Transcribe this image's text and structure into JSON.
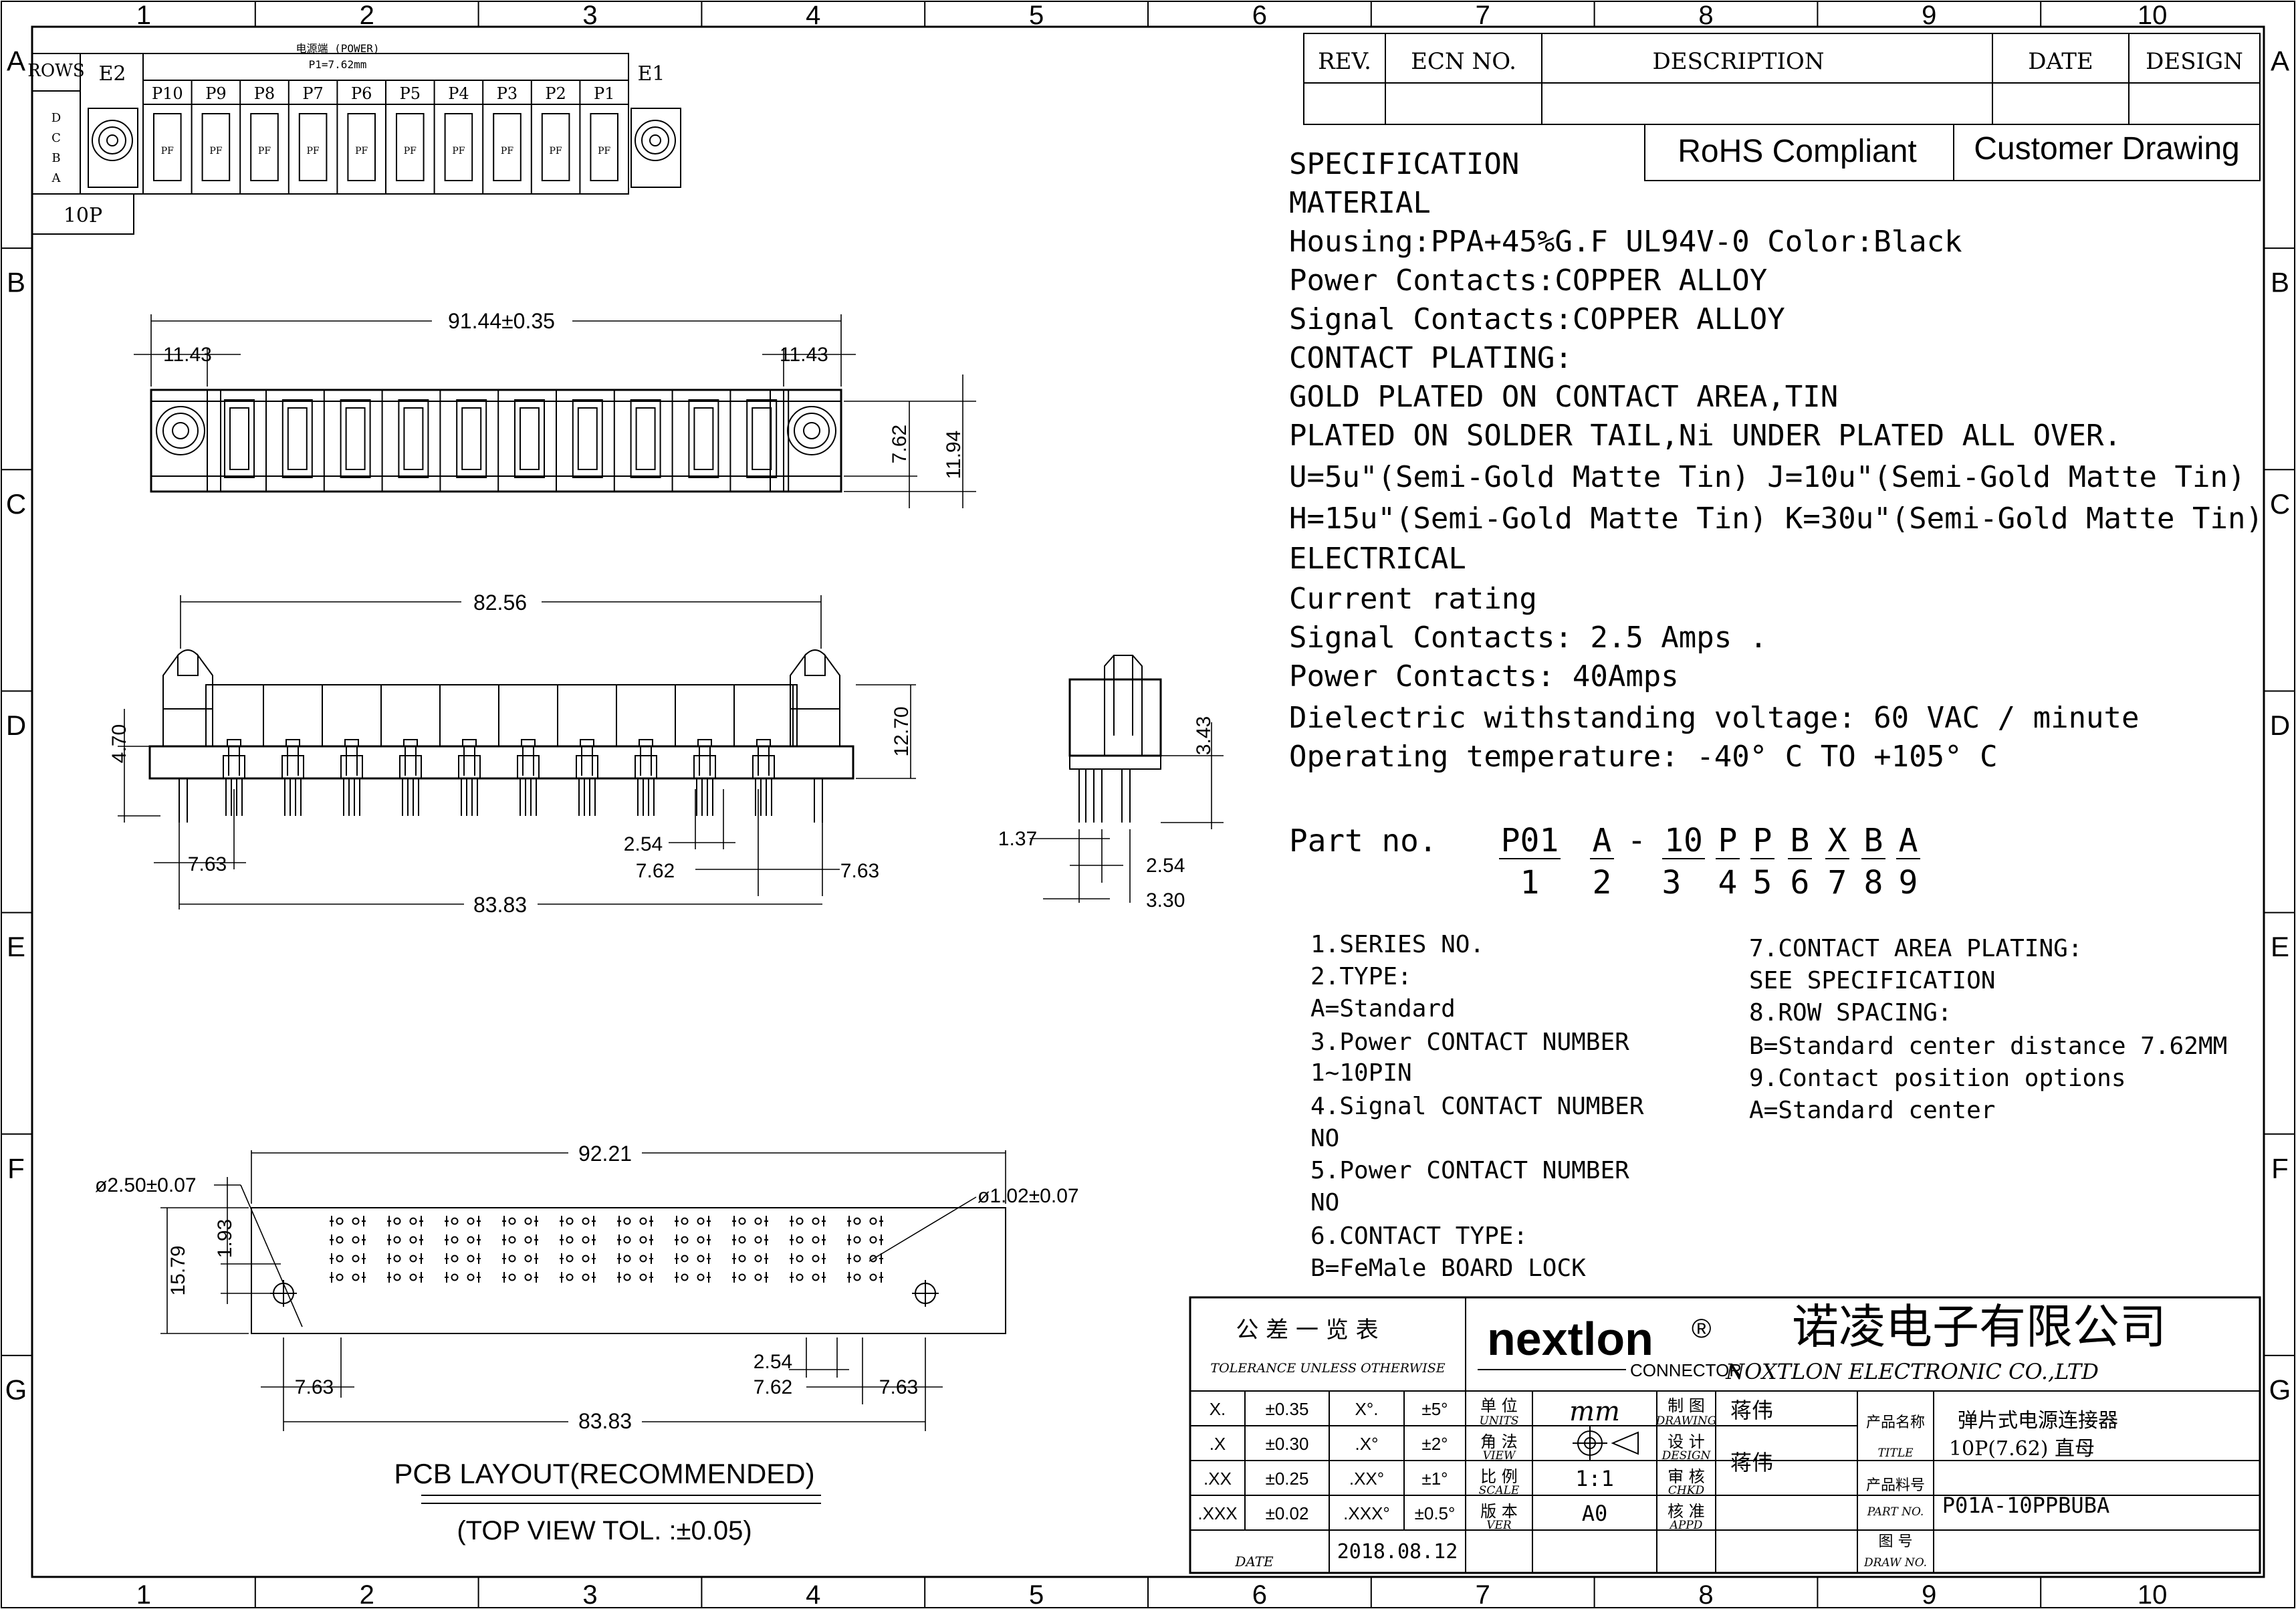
{
  "frame": {
    "column_labels": [
      "1",
      "2",
      "3",
      "4",
      "5",
      "6",
      "7",
      "8",
      "9",
      "10"
    ],
    "row_labels": [
      "A",
      "B",
      "C",
      "D",
      "E",
      "F",
      "G"
    ]
  },
  "revision_table": {
    "headers": [
      "REV.",
      "ECN NO.",
      "DESCRIPTION",
      "DATE",
      "DESIGN"
    ]
  },
  "badges": {
    "rohs": "RoHS Compliant",
    "customer": "Customer Drawing"
  },
  "spec_lines": [
    "SPECIFICATION",
    "MATERIAL",
    "Housing:PPA+45%G.F UL94V-0  Color:Black",
    "Power Contacts:COPPER ALLOY",
    "Signal Contacts:COPPER ALLOY",
    "CONTACT PLATING:",
    "GOLD  PLATED ON CONTACT AREA,TIN",
    "PLATED ON SOLDER TAIL,Ni  UNDER PLATED ALL OVER.",
    "U=5u\"(Semi-Gold Matte Tin) J=10u\"(Semi-Gold Matte Tin)",
    "H=15u\"(Semi-Gold Matte Tin) K=30u\"(Semi-Gold Matte Tin)",
    "ELECTRICAL",
    "Current rating",
    "Signal Contacts: 2.5 Amps .",
    "Power Contacts: 40Amps",
    "Dielectric withstanding voltage: 60 VAC / minute",
    "Operating temperature: -40° C TO +105° C"
  ],
  "part_number": {
    "label": "Part no.",
    "segments": [
      "P01",
      "A",
      "-",
      "10",
      "P",
      "P",
      "B",
      "X",
      "B",
      "A"
    ],
    "indices": [
      "1",
      "2",
      "3",
      "4",
      "5",
      "6",
      "7",
      "8",
      "9"
    ]
  },
  "legend_left": [
    "1.SERIES NO.",
    "2.TYPE:",
    "  A=Standard",
    "3.Power CONTACT NUMBER",
    "  1~10PIN",
    "4.Signal CONTACT NUMBER",
    "  NO",
    "5.Power CONTACT NUMBER",
    "  NO",
    "6.CONTACT TYPE:",
    "  B=FeMale BOARD LOCK"
  ],
  "legend_right": [
    "7.CONTACT AREA PLATING:",
    "  SEE SPECIFICATION",
    "8.ROW SPACING:",
    "  B=Standard center distance 7.62MM",
    "9.Contact position options",
    "  A=Standard center"
  ],
  "pin_map": {
    "rows_label": "ROWS",
    "end_left": "E2",
    "end_right": "E1",
    "caption_cn": "电源端 (POWER)",
    "caption_pitch": "P1=7.62mm",
    "pins": [
      "P10",
      "P9",
      "P8",
      "P7",
      "P6",
      "P5",
      "P4",
      "P3",
      "P2",
      "P1"
    ],
    "row_letters": [
      "D",
      "C",
      "B",
      "A"
    ],
    "cell_label": "PF",
    "count_label": "10P"
  },
  "dimensions": {
    "top_overall": "91.44±0.35",
    "top_left_end": "11.43",
    "top_right_end": "11.43",
    "top_pitch": "7.62",
    "top_height": "11.94",
    "front_width": "82.56",
    "front_left_h": "4.70",
    "front_right_h": "12.70",
    "front_pitch_small": "2.54",
    "front_pitch": "7.62",
    "front_end_left": "7.63",
    "front_end_right": "7.63",
    "front_overall": "83.83",
    "side_tail": "3.43",
    "side_offset": "1.37",
    "side_pitch": "2.54",
    "side_width": "3.30",
    "pcb_overall": "92.21",
    "pcb_mount_hole": "ø2.50±0.07",
    "pcb_pin_hole": "ø1.02±0.07",
    "pcb_height": "15.79",
    "pcb_offset": "1.93",
    "pcb_pitch_small": "2.54",
    "pcb_pitch": "7.62",
    "pcb_end_left": "7.63",
    "pcb_end_right": "7.63",
    "pcb_length": "83.83"
  },
  "pcb_caption": {
    "title": "PCB LAYOUT(RECOMMENDED)",
    "subtitle": "(TOP VIEW TOL. :±0.05)"
  },
  "title_block": {
    "tolerance_cn": "公 差 一 览 表",
    "tolerance_en": "TOLERANCE UNLESS OTHERWISE",
    "tolerances": [
      [
        "X.",
        "±0.35",
        "X°.",
        "±5°"
      ],
      [
        ".X",
        "±0.30",
        ".X°",
        "±2°"
      ],
      [
        ".XX",
        "±0.25",
        ".XX°",
        "±1°"
      ],
      [
        ".XXX",
        "±0.02",
        ".XXX°",
        "±0.5°"
      ]
    ],
    "date_label": "DATE",
    "date_value": "2018.08.12",
    "brand": "nextlon",
    "brand_sub": "CONNECTOR",
    "registered": "®",
    "company_cn": "诺凌电子有限公司",
    "company_en": "NOXTLON ELECTRONIC CO.,LTD",
    "units_cn": "单 位",
    "units_en": "UNITS",
    "units_value": "mm",
    "view_cn": "角 法",
    "view_en": "VIEW",
    "scale_cn": "比 例",
    "scale_en": "SCALE",
    "scale_value": "1:1",
    "ver_cn": "版 本",
    "ver_en": "VER",
    "ver_value": "A0",
    "drawing_cn": "制 图",
    "drawing_en": "DRAWING",
    "drawing_value": "蒋伟",
    "design_cn": "设 计",
    "design_en": "DESIGN",
    "design_value": "蒋伟",
    "chkd_cn": "审 核",
    "chkd_en": "CHKD",
    "appd_cn": "核 准",
    "appd_en": "APPD",
    "title_cn": "产品名称",
    "title_en": "TITLE",
    "title_value_1": "弹片式电源连接器",
    "title_value_2": "10P(7.62) 直母",
    "partno_cn": "产品料号",
    "partno_en": "PART NO.",
    "partno_value": "P01A-10PPBUBA",
    "drawno_cn": "图 号",
    "drawno_en": "DRAW NO."
  }
}
